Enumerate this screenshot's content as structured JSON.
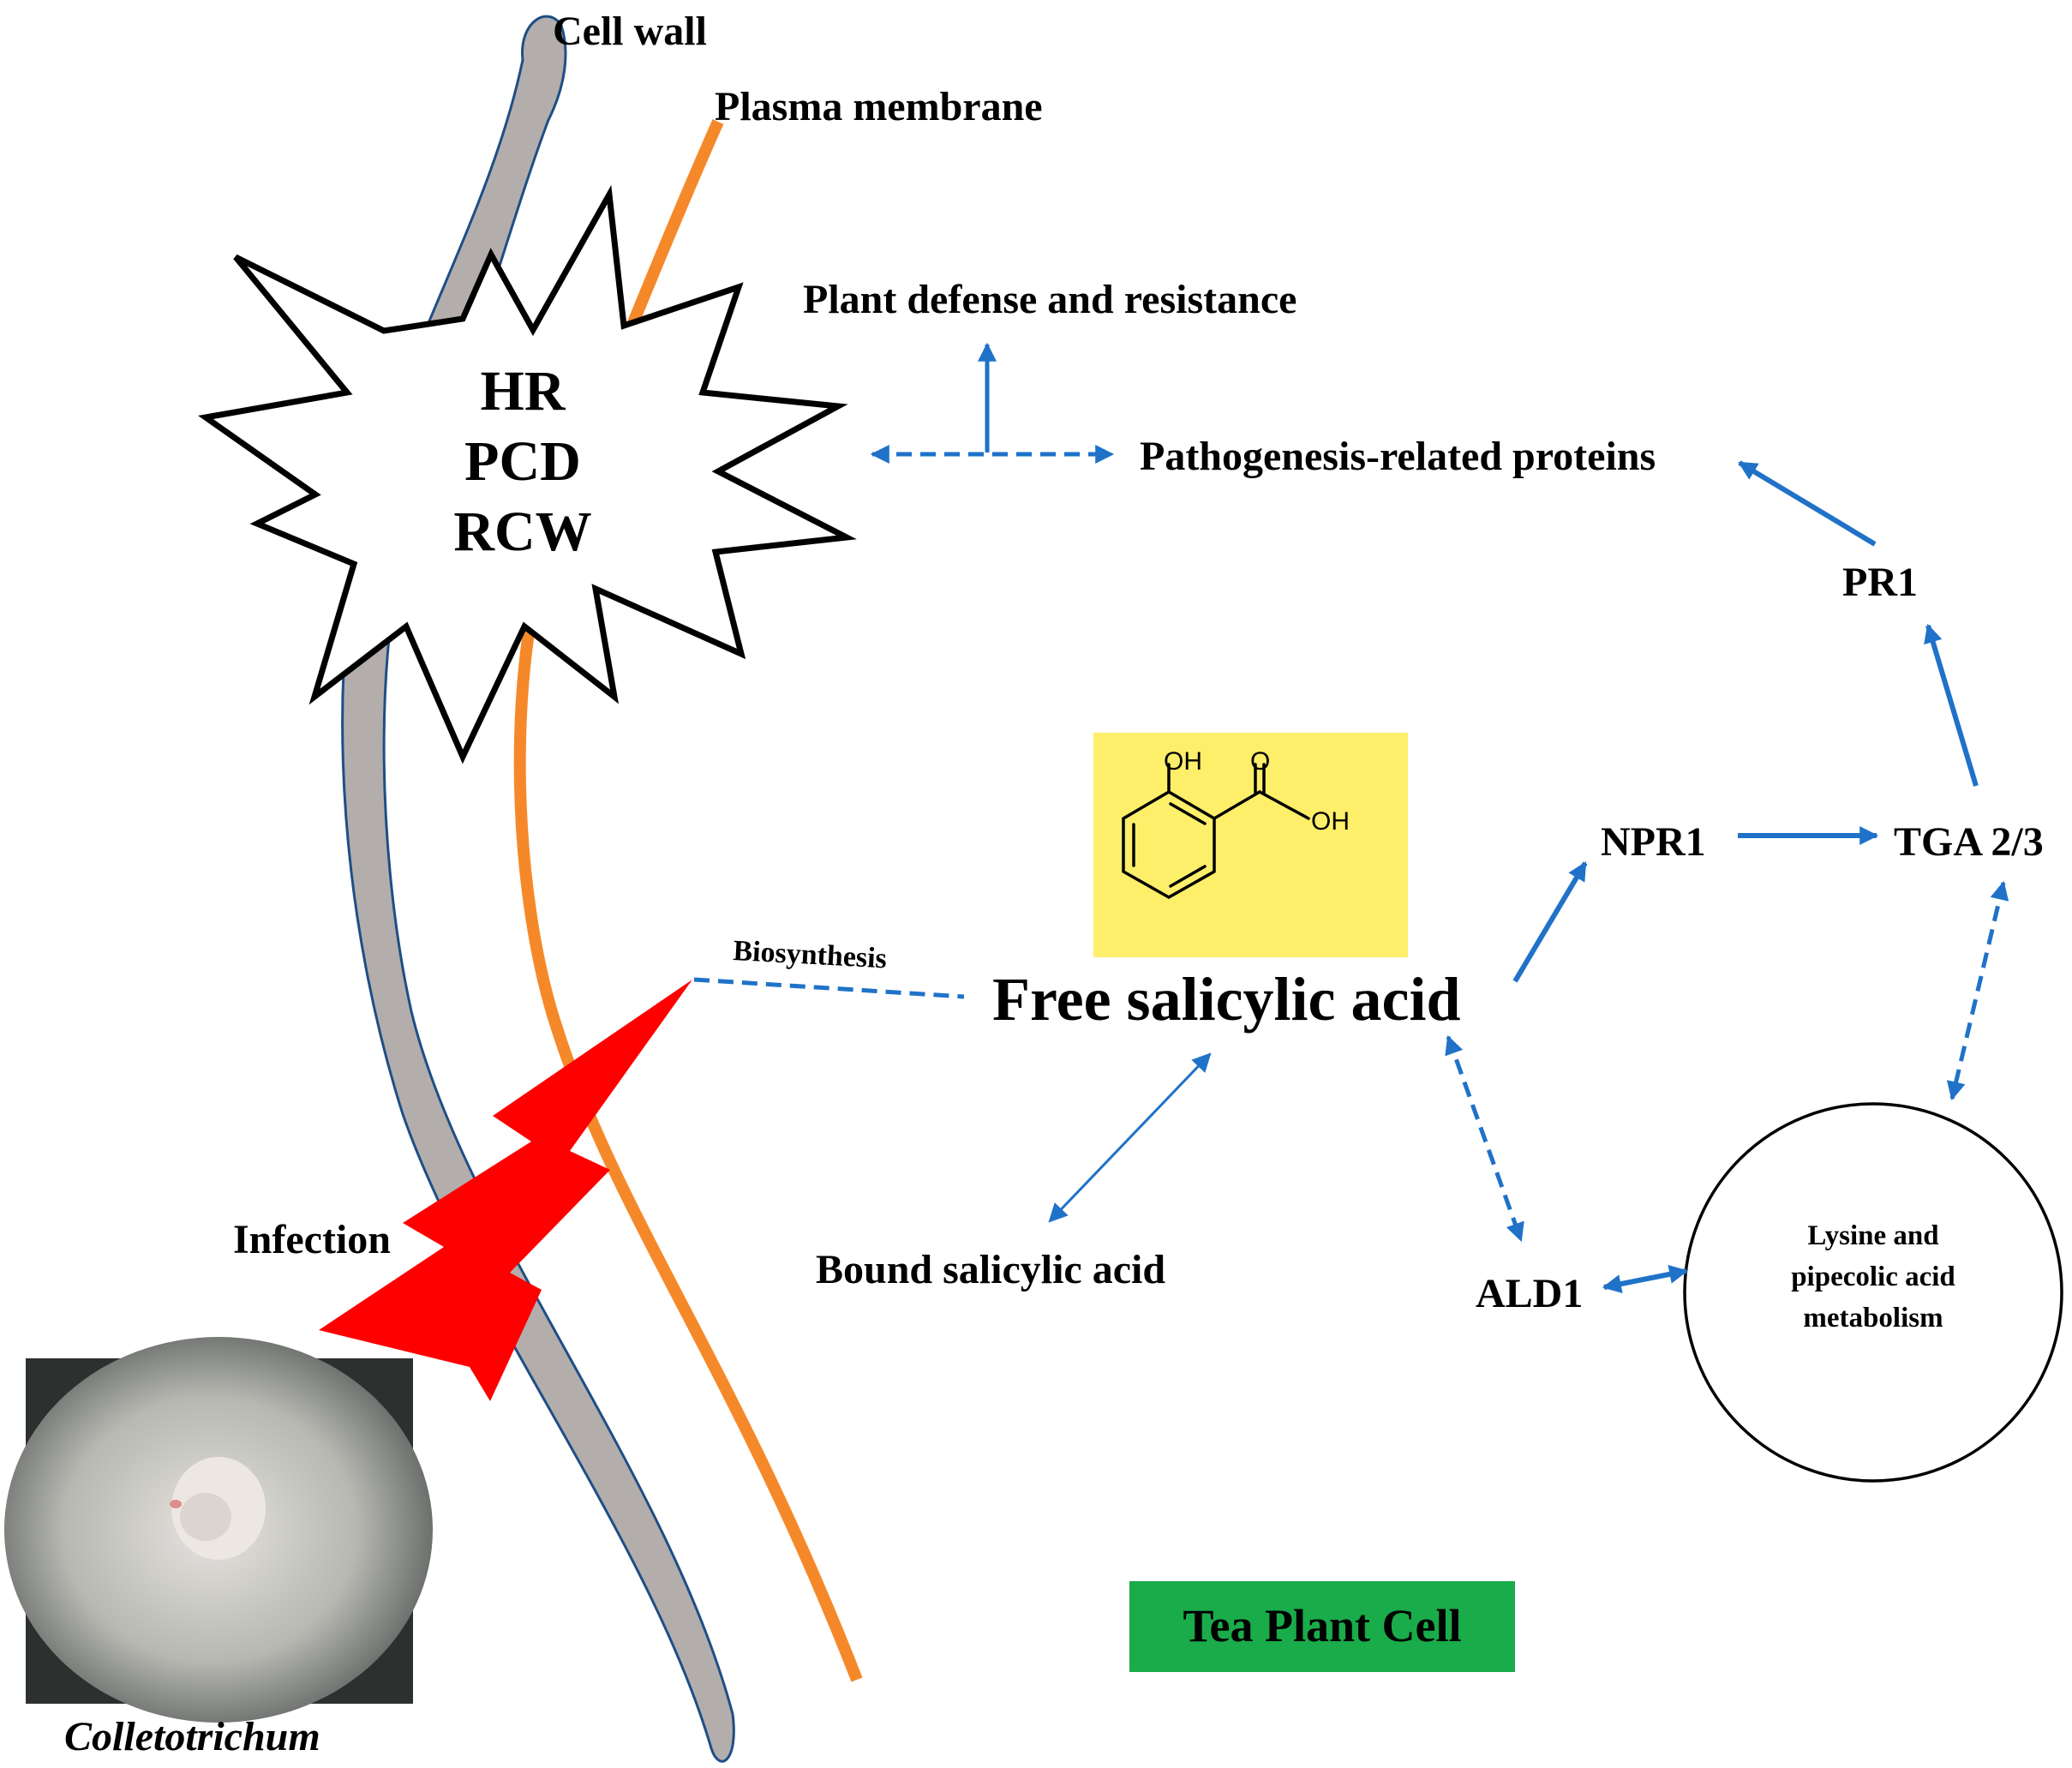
{
  "labels": {
    "cell_wall": "Cell wall",
    "plasma_membrane": "Plasma membrane",
    "plant_defense": "Plant defense and resistance",
    "pr_proteins": "Pathogenesis-related proteins",
    "pr1": "PR1",
    "npr1": "NPR1",
    "tga": "TGA 2/3",
    "biosynthesis": "Biosynthesis",
    "free_sa": "Free salicylic acid",
    "bound_sa": "Bound salicylic acid",
    "ald1": "ALD1",
    "infection": "Infection",
    "colletotrichum": "Colletotrichum",
    "tea_plant_cell": "Tea Plant Cell"
  },
  "star": {
    "line1": "HR",
    "line2": "PCD",
    "line3": "RCW"
  },
  "circle": {
    "line1": "Lysine and",
    "line2": "pipecolic acid",
    "line3": "metabolism"
  },
  "molecule": {
    "oh_top": "OH",
    "o_dbl": "O",
    "oh_acid": "OH"
  },
  "colors": {
    "arrow": "#1f72c8",
    "cell_wall_fill": "#b3aeac",
    "cell_wall_stroke": "#1f4e86",
    "membrane": "#f5892a",
    "lightning": "#ff0000",
    "molecule_bg": "#fdef6a",
    "tea_box": "#1aab4a"
  }
}
